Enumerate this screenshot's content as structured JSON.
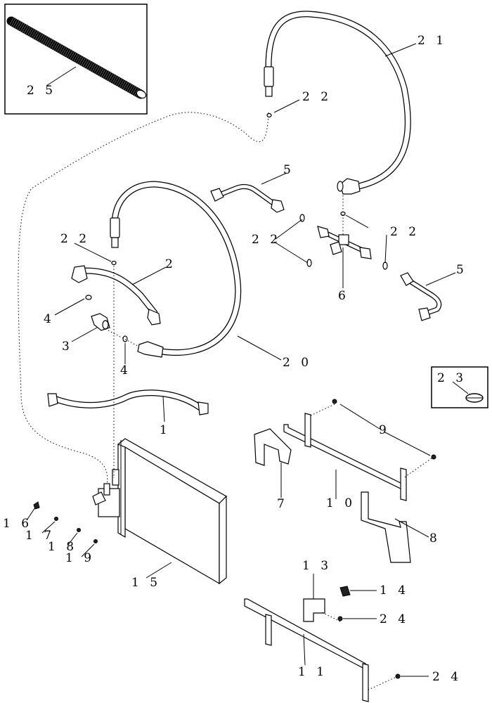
{
  "callouts": [
    {
      "id": "c25",
      "text": "2 5"
    },
    {
      "id": "c21",
      "text": "2 1"
    },
    {
      "id": "c22a",
      "text": "2 2"
    },
    {
      "id": "c5a",
      "text": "5"
    },
    {
      "id": "c22b",
      "text": "2 2"
    },
    {
      "id": "c22c",
      "text": "2 2"
    },
    {
      "id": "c22d",
      "text": "2 2"
    },
    {
      "id": "c2",
      "text": "2"
    },
    {
      "id": "c6",
      "text": "6"
    },
    {
      "id": "c5b",
      "text": "5"
    },
    {
      "id": "c4a",
      "text": "4"
    },
    {
      "id": "c3",
      "text": "3"
    },
    {
      "id": "c4b",
      "text": "4"
    },
    {
      "id": "c20",
      "text": "2 0"
    },
    {
      "id": "c23",
      "text": "2 3"
    },
    {
      "id": "c9",
      "text": "9"
    },
    {
      "id": "c1",
      "text": "1"
    },
    {
      "id": "c7",
      "text": "7"
    },
    {
      "id": "c10",
      "text": "1 0"
    },
    {
      "id": "c8",
      "text": "8"
    },
    {
      "id": "c16",
      "text": "1 6"
    },
    {
      "id": "c17",
      "text": "1 7"
    },
    {
      "id": "c18",
      "text": "1 8"
    },
    {
      "id": "c19",
      "text": "1 9"
    },
    {
      "id": "c15",
      "text": "1 5"
    },
    {
      "id": "c13",
      "text": "1 3"
    },
    {
      "id": "c14",
      "text": "1 4"
    },
    {
      "id": "c24a",
      "text": "2 4"
    },
    {
      "id": "c11",
      "text": "1 1"
    },
    {
      "id": "c24b",
      "text": "2 4"
    }
  ]
}
